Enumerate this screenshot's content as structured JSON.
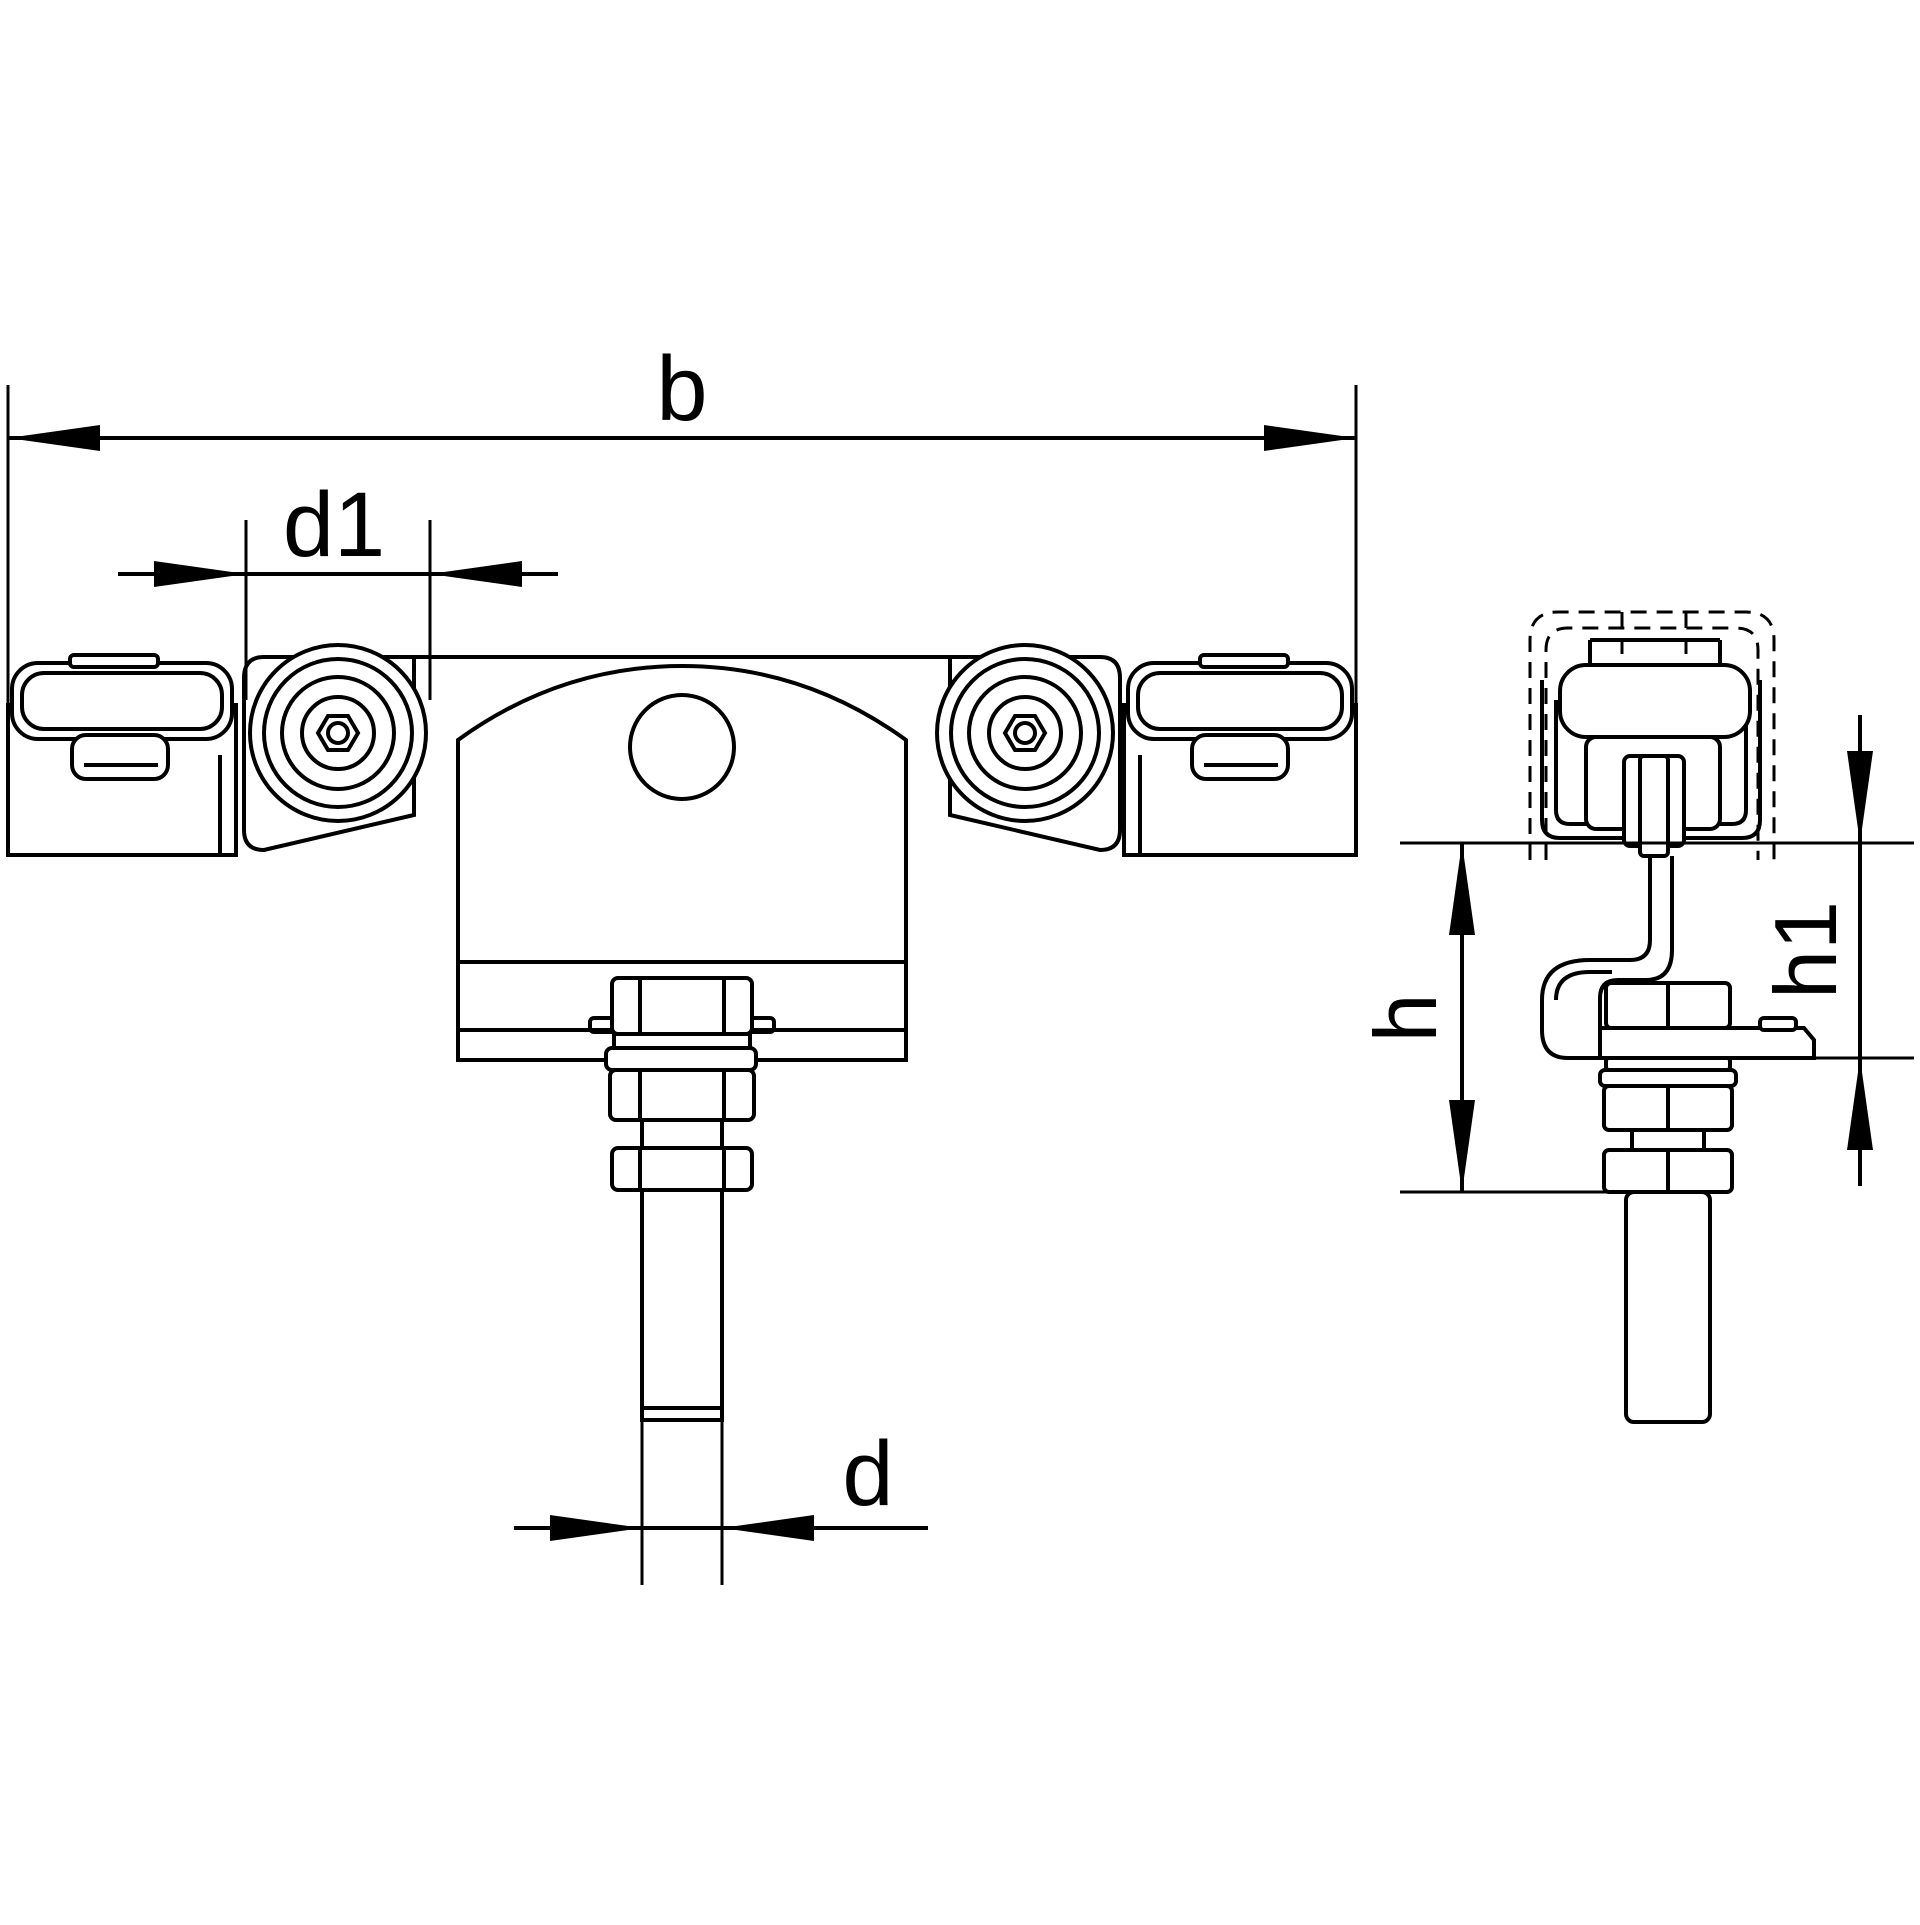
{
  "dimensions": {
    "b": "b",
    "d1": "d1",
    "d": "d",
    "h": "h",
    "h1": "h1"
  }
}
